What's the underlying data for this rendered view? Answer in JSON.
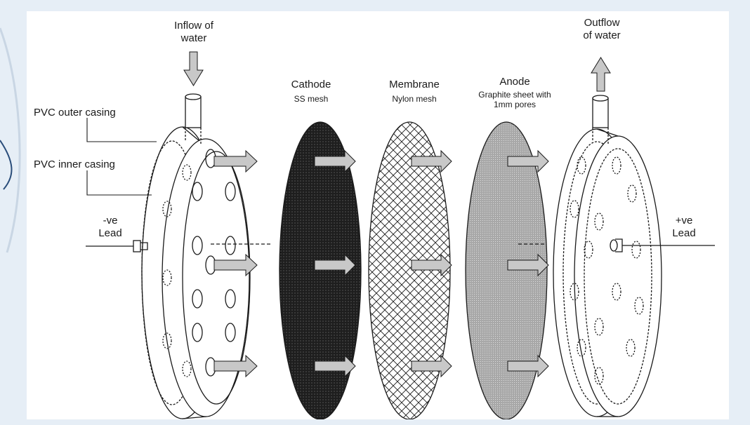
{
  "labels": {
    "inflow": "Inflow of\nwater",
    "outflow": "Outflow\nof water",
    "cathode_title": "Cathode",
    "cathode_sub": "SS mesh",
    "membrane_title": "Membrane",
    "membrane_sub": "Nylon mesh",
    "anode_title": "Anode",
    "anode_sub": "Graphite sheet with\n1mm pores",
    "pvc_outer": "PVC outer casing",
    "pvc_inner": "PVC inner casing",
    "neg_lead": "-ve\nLead",
    "pos_lead": "+ve\nLead"
  },
  "colors": {
    "background": "#e6eef6",
    "panel": "#ffffff",
    "stroke": "#1a1a1a",
    "arrow_fill": "#c8c8c8",
    "cathode_fill": "#1e1e1e",
    "anode_fill": "#9a9a9a"
  }
}
